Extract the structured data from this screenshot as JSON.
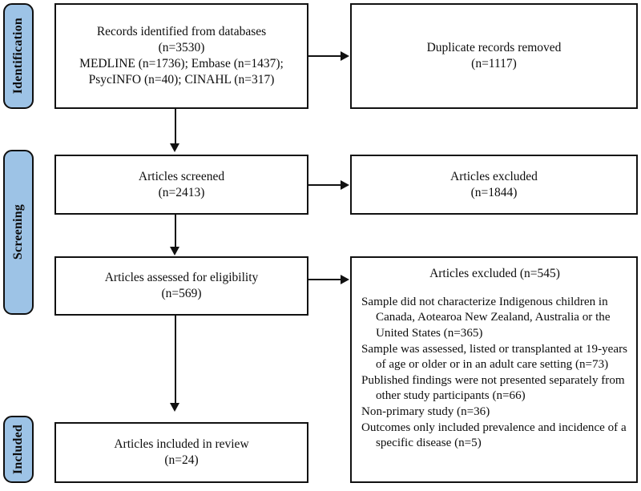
{
  "diagram": {
    "type": "prisma-flow-diagram",
    "accent_color": "#9dc3e6",
    "border_color": "#111111",
    "background_color": "#ffffff"
  },
  "stages": [
    {
      "id": "identification",
      "label": "Identification"
    },
    {
      "id": "screening",
      "label": "Screening"
    },
    {
      "id": "included",
      "label": "Included"
    }
  ],
  "boxes": {
    "records_identified": {
      "lines": [
        "Records identified from databases",
        "(n=3530)",
        "MEDLINE (n=1736); Embase (n=1437);",
        "PsycINFO (n=40); CINAHL (n=317)"
      ]
    },
    "duplicates_removed": {
      "lines": [
        "Duplicate records removed",
        "(n=1117)"
      ]
    },
    "articles_screened": {
      "lines": [
        "Articles screened",
        "(n=2413)"
      ]
    },
    "articles_excluded_screening": {
      "lines": [
        "Articles excluded",
        "(n=1844)"
      ]
    },
    "articles_assessed": {
      "lines": [
        "Articles assessed for eligibility",
        "(n=569)"
      ]
    },
    "articles_excluded_eligibility": {
      "heading": [
        "Articles excluded",
        "(n=545)"
      ],
      "reasons": [
        "Sample did not characterize Indigenous children in Canada, Aotearoa New Zealand, Australia or the United States (n=365)",
        "Sample was assessed, listed or transplanted at 19-years of age or older or in an adult care setting (n=73)",
        "Published findings were not presented separately from other study participants (n=66)",
        "Non-primary study (n=36)",
        "Outcomes only included prevalence and incidence of a specific disease (n=5)"
      ]
    },
    "articles_included": {
      "lines": [
        "Articles included in review",
        "(n=24)"
      ]
    }
  },
  "connectors": [
    {
      "id": "records-to-duplicates",
      "direction": "right"
    },
    {
      "id": "records-to-screened",
      "direction": "down"
    },
    {
      "id": "screened-to-excluded",
      "direction": "right"
    },
    {
      "id": "screened-to-eligibility",
      "direction": "down"
    },
    {
      "id": "eligibility-to-excluded",
      "direction": "right"
    },
    {
      "id": "eligibility-to-included",
      "direction": "down"
    }
  ]
}
